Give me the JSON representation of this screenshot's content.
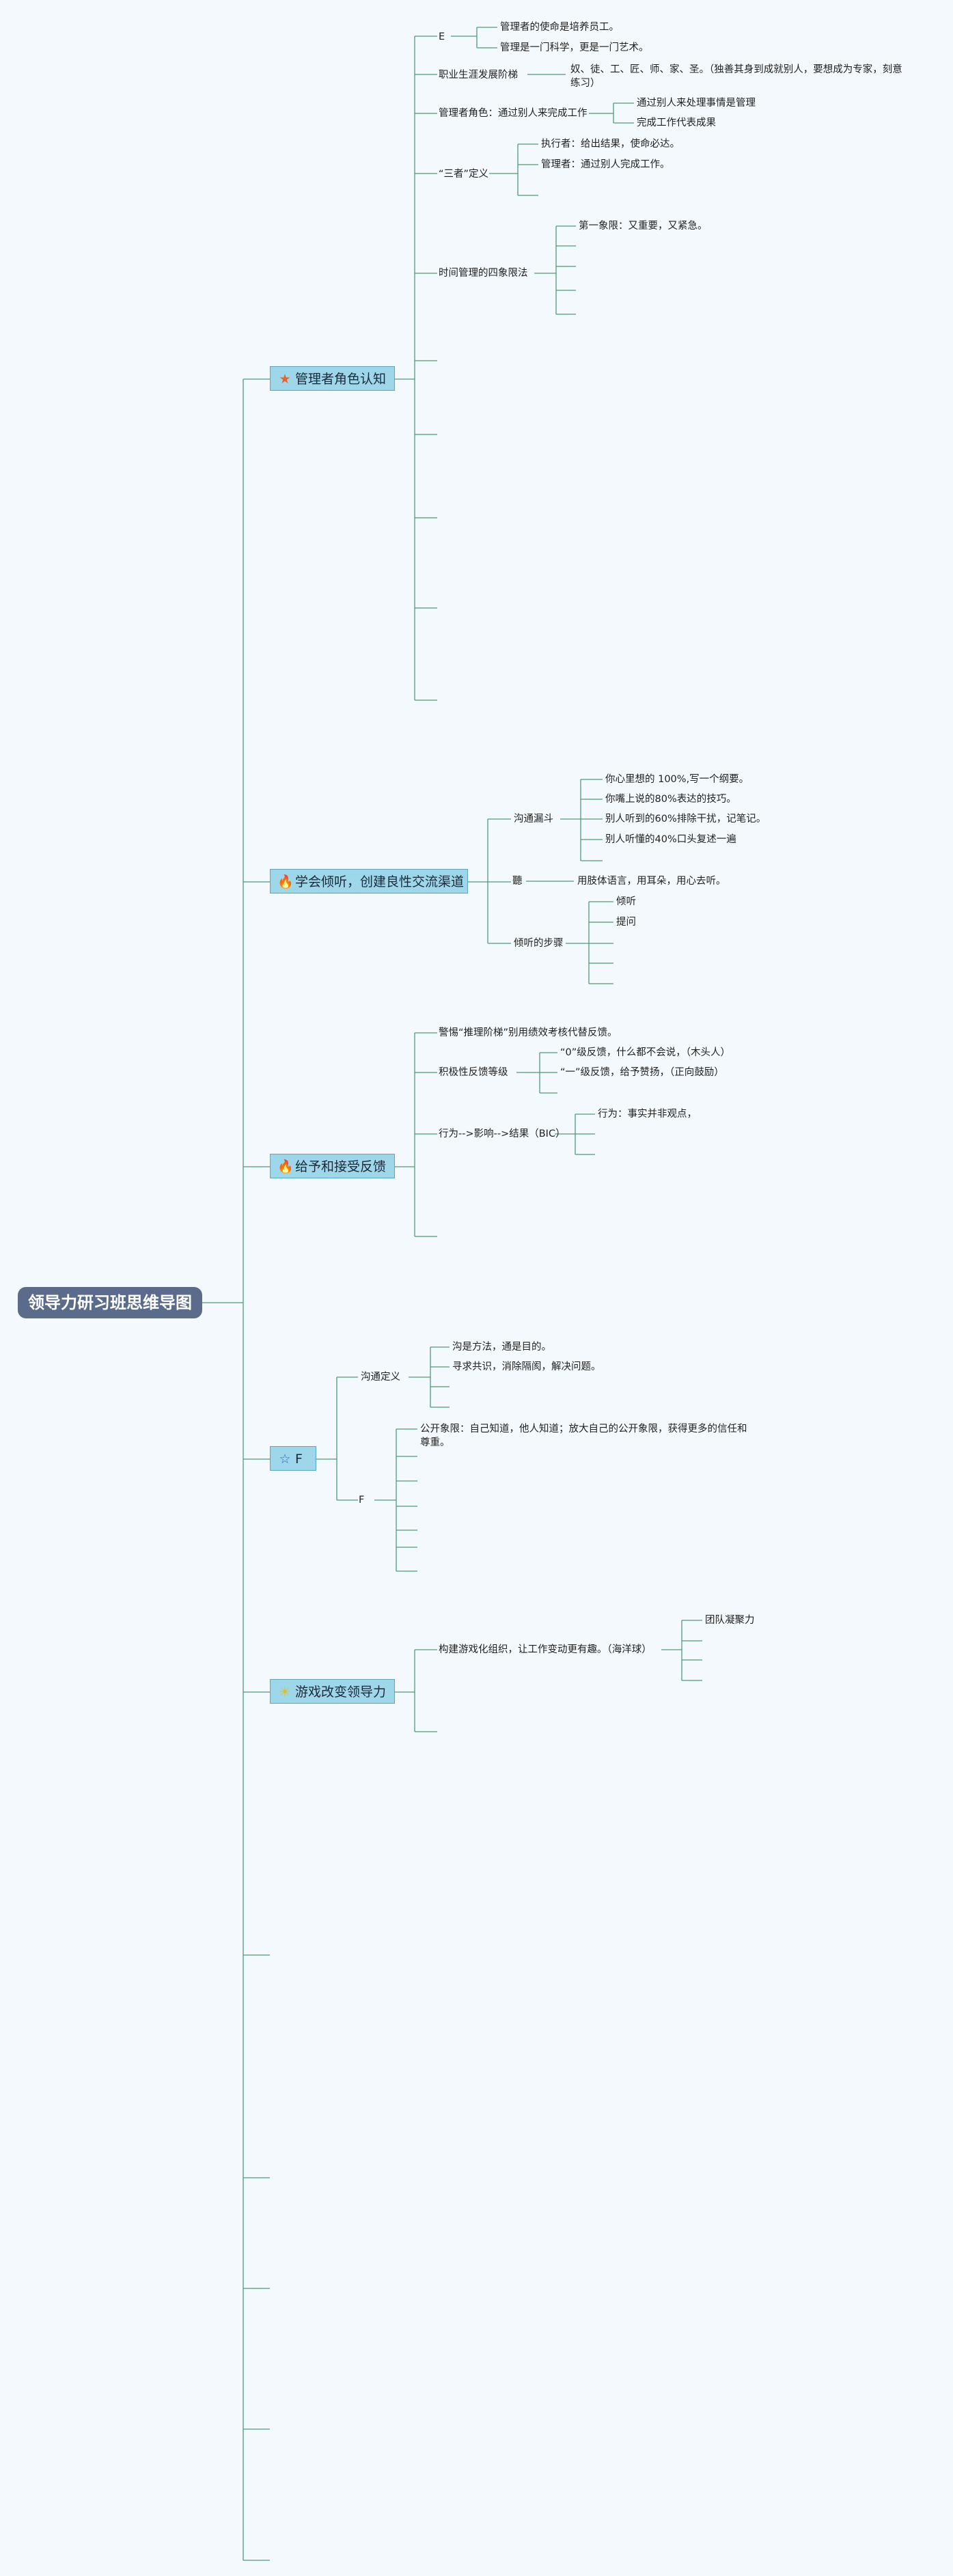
{
  "root": "领导力研习班思维导图",
  "colors": {
    "line": "#4e9a7a",
    "root_bg": "#5a6b8c",
    "branch_bg": "#9ed6ea"
  },
  "branches": [
    {
      "label": "管理者角色认知",
      "icon": "star-icon",
      "icon_char": "★",
      "icon_color": "#e8632b"
    },
    {
      "label": "学会倾听，创建良性交流渠道",
      "icon": "fire-icon",
      "icon_char": "🔥",
      "icon_color": "#d93a1e"
    },
    {
      "label": "给予和接受反馈",
      "icon": "fire-icon",
      "icon_char": "🔥",
      "icon_color": "#d93a1e"
    },
    {
      "label": "F",
      "icon": "star-outline-icon",
      "icon_char": "☆",
      "icon_color": "#2a6fd8"
    },
    {
      "label": "游戏改变领导力",
      "icon": "sun-icon",
      "icon_char": "☀",
      "icon_color": "#e0c020"
    }
  ],
  "b1": {
    "e": "E",
    "e_items": [
      "管理者的使命是培养员工。",
      "管理是一门科学，更是一门艺术。"
    ],
    "career": "职业生涯发展阶梯",
    "career_item": "奴、徒、工、匠、师、家、圣。（独善其身到成就别人，要想成为专家，刻意练习）",
    "role": "管理者角色：通过别人来完成工作",
    "role_items": [
      "通过别人来处理事情是管理",
      "完成工作代表成果"
    ],
    "three": "“三者”定义",
    "three_items": [
      "执行者：给出结果，使命必达。",
      "管理者：通过别人完成工作。"
    ],
    "time": "时间管理的四象限法",
    "time_items": [
      "第一象限：又重要，又紧急。"
    ]
  },
  "b2": {
    "funnel": "沟通漏斗",
    "funnel_items": [
      "你心里想的 100%,写一个纲要。",
      "你嘴上说的80%表达的技巧。",
      "别人听到的60%排除干扰，记笔记。",
      "别人听懂的40%口头复述一遍"
    ],
    "ting": "聽",
    "ting_item": "用肢体语言，用耳朵，用心去听。",
    "steps": "倾听的步骤",
    "steps_items": [
      "倾听",
      "提问"
    ]
  },
  "b3": {
    "warn": "警惕“推理阶梯”别用绩效考核代替反馈。",
    "grade": "积极性反馈等级",
    "grade_items": [
      "“0”级反馈，什么都不会说，（木头人）",
      "“一”级反馈，给予赞扬，（正向鼓励）"
    ],
    "bic": "行为--&gt;影响--&gt;结果（BIC）",
    "bic_items": [
      "行为：事实并非观点，"
    ]
  },
  "b4": {
    "def": "沟通定义",
    "def_items": [
      "沟是方法，通是目的。",
      "寻求共识，消除隔阂，解决问题。"
    ],
    "f": "F",
    "f_item": "公开象限：自己知道，他人知道；放大自己的公开象限，获得更多的信任和尊重。"
  },
  "b5": {
    "game": "构建游戏化组织，让工作变动更有趣。（海洋球）",
    "game_items": [
      "团队凝聚力"
    ]
  }
}
